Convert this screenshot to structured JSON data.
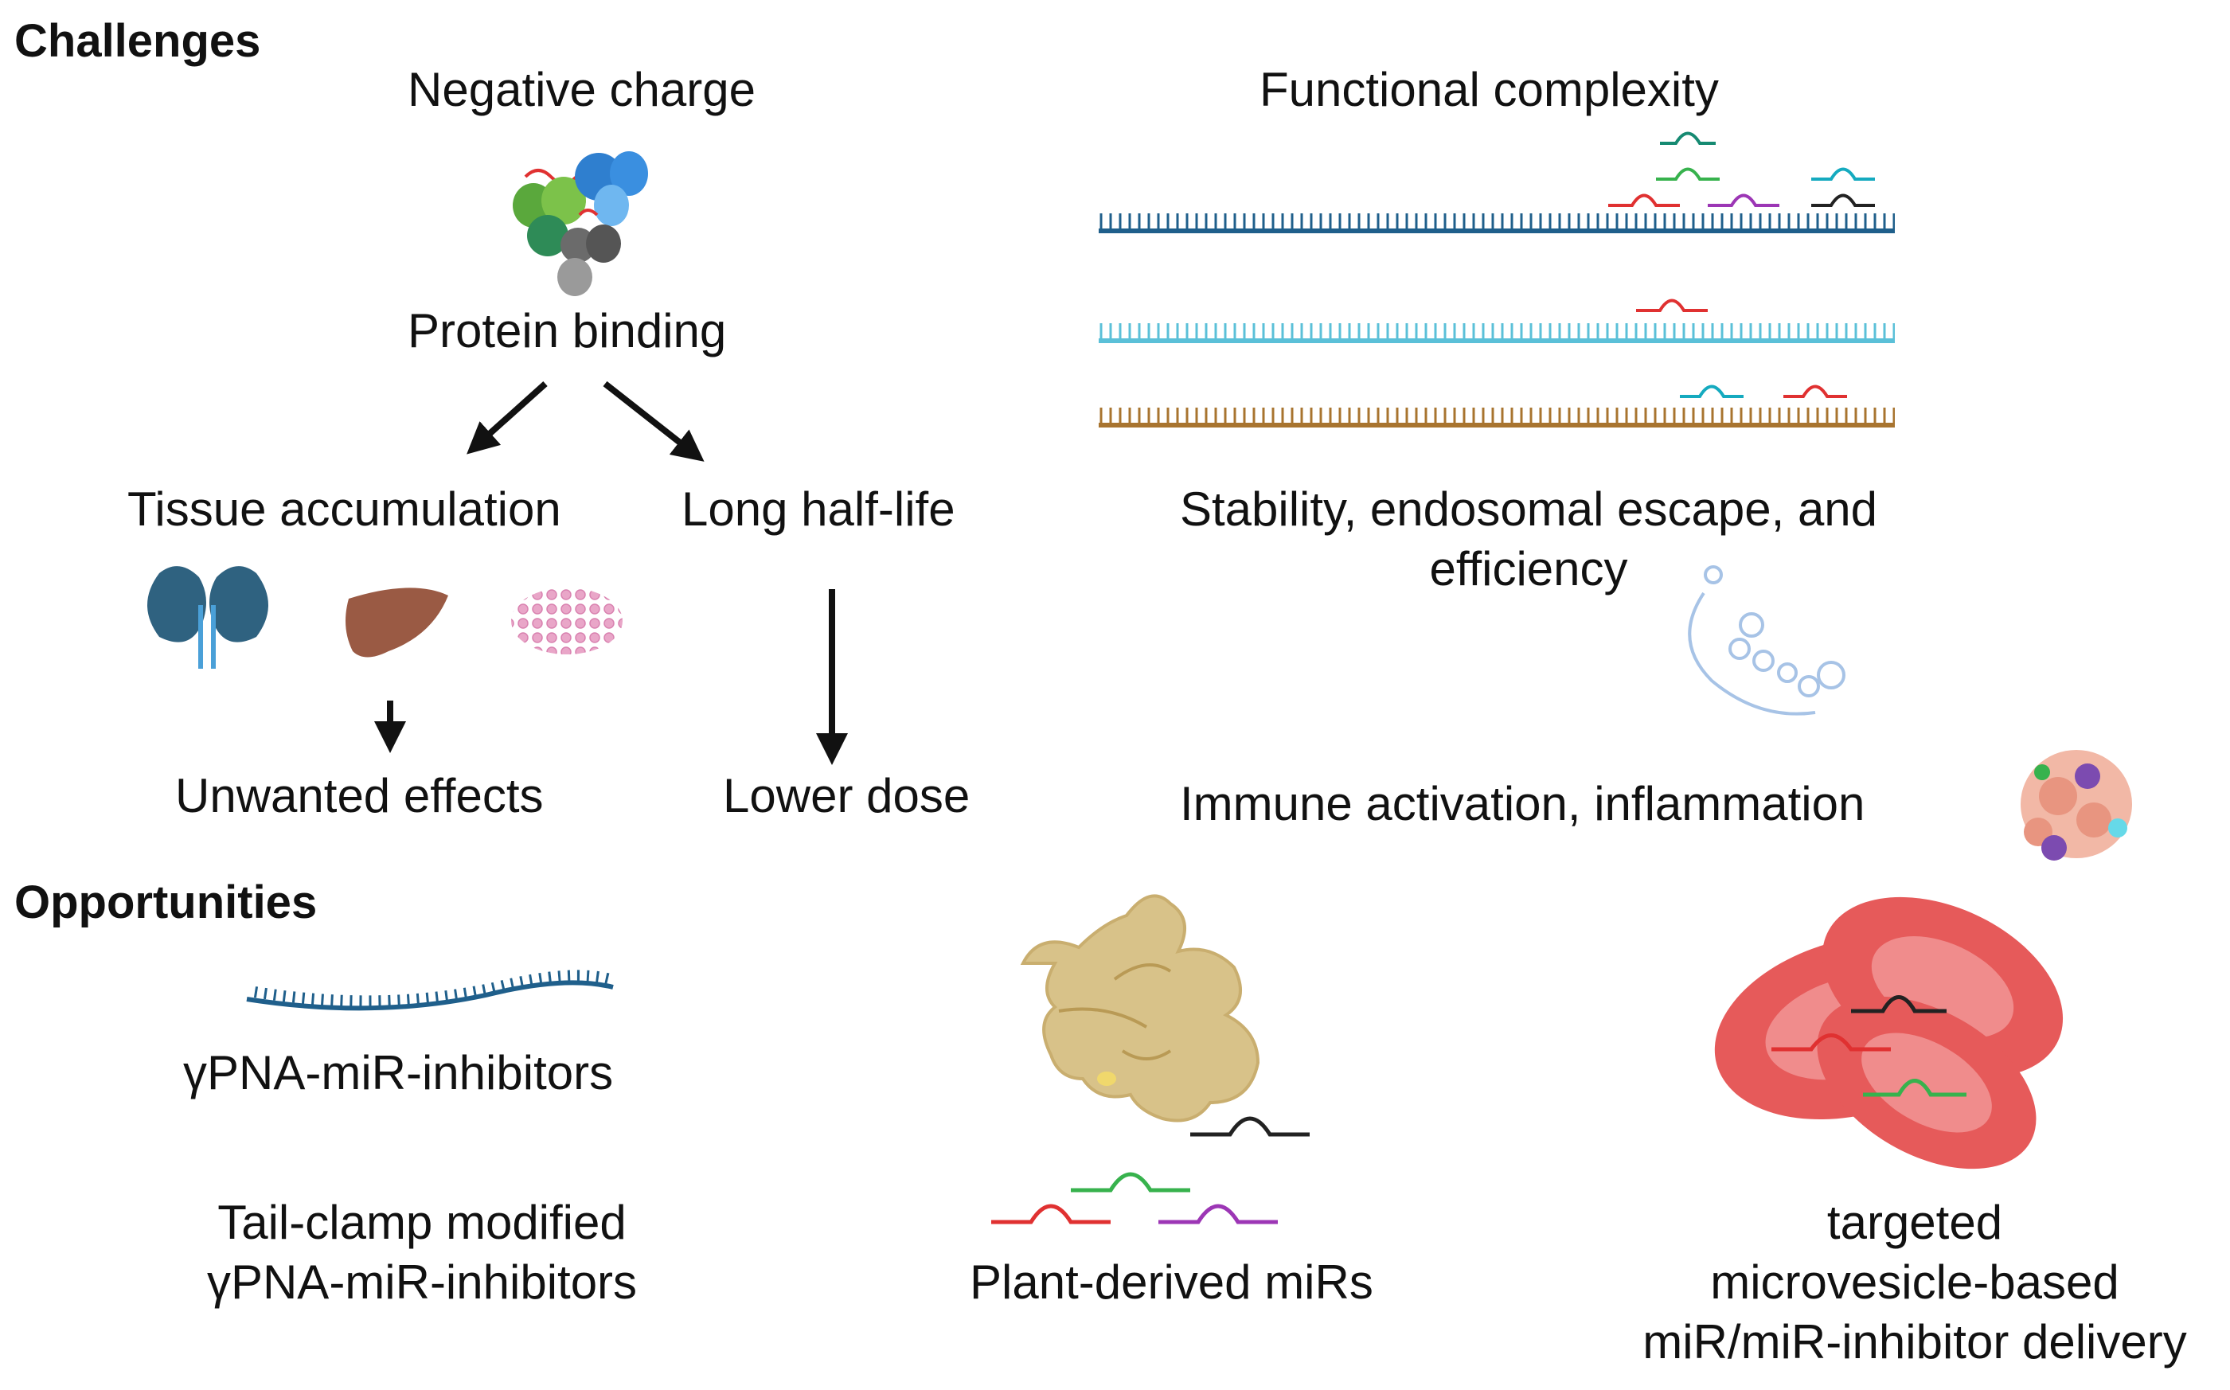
{
  "sections": {
    "challenges": "Challenges",
    "opportunities": "Opportunities"
  },
  "challenges": {
    "negative_charge": "Negative charge",
    "protein_binding": "Protein binding",
    "tissue_accumulation": "Tissue accumulation",
    "long_half_life": "Long half-life",
    "unwanted_effects": "Unwanted effects",
    "lower_dose": "Lower dose",
    "functional_complexity": "Functional complexity",
    "stability_line1": "Stability, endosomal escape, and",
    "stability_line2": "efficiency",
    "immune": "Immune activation, inflammation"
  },
  "opportunities": {
    "gpna": "γPNA-miR-inhibitors",
    "tail_clamp_line1": "Tail-clamp modified",
    "tail_clamp_line2": "γPNA-miR-inhibitors",
    "plant": "Plant-derived miRs",
    "targeted_line1": "targeted",
    "targeted_line2": "microvesicle-based",
    "targeted_line3": "miR/miR-inhibitor delivery"
  },
  "icons": [
    "protein-cluster-icon",
    "kidney-icon",
    "liver-icon",
    "pancreas-icon",
    "mrna-strand-icon",
    "endosome-icon",
    "immune-cells-icon",
    "gpna-strand-icon",
    "ginger-root-icon",
    "mirna-hairpin-icon",
    "red-blood-cell-icon"
  ],
  "colors": {
    "mrna_dark_blue": "#1f5f8b",
    "mrna_light_blue": "#5bc0d8",
    "mrna_brown": "#a8742f",
    "mir_red": "#e03131",
    "mir_green": "#37b24d",
    "mir_purple": "#9c36b5",
    "mir_teal": "#15aabf",
    "mir_black": "#222222",
    "kidney": "#2f6280",
    "liver": "#9a5a44",
    "rbc": "#e65a5a"
  }
}
